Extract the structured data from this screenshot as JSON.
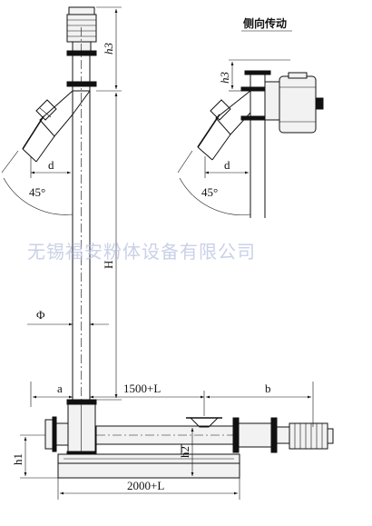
{
  "title_side_drive": "侧向传动",
  "watermark": "无锡福安粉体设备有限公司",
  "dimensions": {
    "h3_main": "h3",
    "h3_side": "h3",
    "d_main": "d",
    "d_side": "d",
    "angle_main": "45°",
    "angle_side": "45°",
    "H": "H",
    "phi": "Φ",
    "a": "a",
    "length_top": "1500+L",
    "b": "b",
    "h1": "h1",
    "h2": "h2",
    "length_bottom": "2000+L"
  }
}
